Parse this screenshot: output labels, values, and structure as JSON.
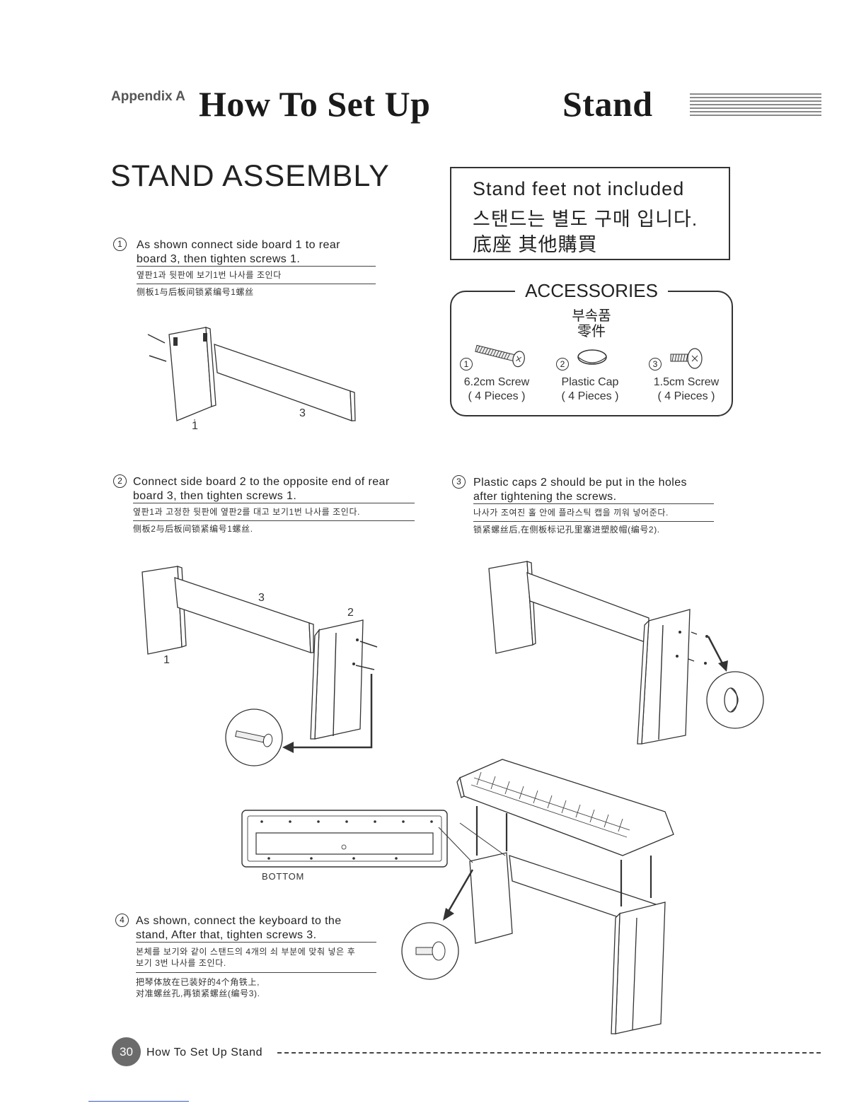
{
  "header": {
    "appendix_label": "Appendix A",
    "title_part1": "How To Set Up",
    "title_part2": "Stand"
  },
  "section_title": "STAND ASSEMBLY",
  "notice": {
    "line_en": "Stand feet not included",
    "line_ko": "스탠드는 별도 구매 입니다.",
    "line_zh": "底座 其他購買"
  },
  "accessories": {
    "title": "ACCESSORIES",
    "title_ko": "부속품",
    "title_zh": "零件",
    "items": [
      {
        "num": "1",
        "name": "6.2cm Screw",
        "qty": "( 4 Pieces )",
        "icon": "long-screw-icon"
      },
      {
        "num": "2",
        "name": "Plastic Cap",
        "qty": "( 4 Pieces )",
        "icon": "plastic-cap-icon"
      },
      {
        "num": "3",
        "name": "1.5cm Screw",
        "qty": "( 4 Pieces )",
        "icon": "short-screw-icon"
      }
    ]
  },
  "steps": [
    {
      "num": "1",
      "en_line1": "As shown connect side board 1 to rear",
      "en_line2": "board 3, then tighten screws 1.",
      "ko": "옆판1과 뒷판에 보기1번 나사를 조인다",
      "zh": "侧板1与后板间锁紧编号1螺丝"
    },
    {
      "num": "2",
      "en_line1": "Connect side board 2 to the opposite end of rear",
      "en_line2": "board 3, then tighten screws 1.",
      "ko": "옆판1과 고정한 뒷판에 옆판2를 대고 보기1번 나사를 조인다.",
      "zh": "侧板2与后板间锁紧编号1螺丝."
    },
    {
      "num": "3",
      "en_line1": "Plastic caps 2 should be put in the holes",
      "en_line2": "after tightening the screws.",
      "ko": "나사가 조여진 홀 안에 플라스틱 캡을 끼워 넣어준다.",
      "zh": "锁紧螺丝后,在侧板标记孔里塞进塑胶帽(编号2)."
    },
    {
      "num": "4",
      "en_line1": "As shown, connect the keyboard to the",
      "en_line2": "stand, After that, tighten screws 3.",
      "ko_line1": "본체를 보기와 같이 스탠드의 4개의 쇠 부분에 맞춰 넣은 후",
      "ko_line2": "보기 3번 나사를 조인다.",
      "zh_line1": "把琴体放在已装好的4个角铁上,",
      "zh_line2": "对准螺丝孔,再锁紧螺丝(编号3)."
    }
  ],
  "diagram_labels": {
    "d1_board1": "1",
    "d1_board3": "3",
    "d2_board3": "3",
    "d2_board2": "2",
    "d2_board1": "1",
    "bottom": "BOTTOM"
  },
  "footer": {
    "page_number": "30",
    "section": "How To Set Up Stand"
  }
}
